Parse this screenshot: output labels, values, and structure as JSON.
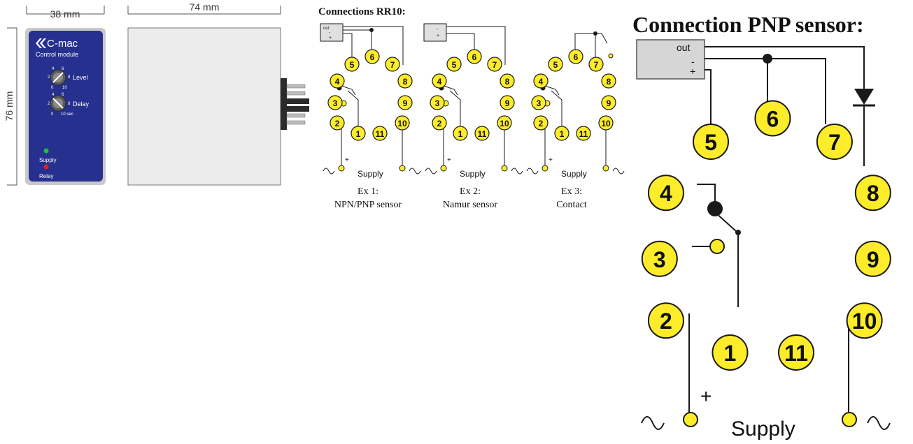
{
  "dimensions": {
    "front_width": "38 mm",
    "side_width": "74 mm",
    "height": "76 mm"
  },
  "module": {
    "brand": "C-mac",
    "subtitle": "Control module",
    "knob1_label": "Level",
    "knob1_scale": [
      "2",
      "4",
      "6",
      "8",
      "0",
      "10"
    ],
    "knob2_label": "Delay",
    "knob2_scale": [
      "2",
      "4",
      "6",
      "8",
      "0",
      "10 sec"
    ],
    "led_supply_label": "Supply",
    "led_relay_label": "Relay",
    "colors": {
      "panel": "#26308f",
      "supply_led": "#1fbf3a",
      "relay_led": "#e0231c"
    }
  },
  "small_section": {
    "title": "Connections RR10:",
    "examples": [
      {
        "line1": "Ex 1:",
        "line2": "NPN/PNP sensor",
        "sensor_labels": [
          "out",
          "-",
          "+"
        ]
      },
      {
        "line1": "Ex 2:",
        "line2": "Namur sensor",
        "sensor_labels": [
          "-",
          "+"
        ]
      },
      {
        "line1": "Ex 3:",
        "line2": "Contact",
        "sensor_labels": []
      }
    ],
    "supply_label": "Supply",
    "plus": "+"
  },
  "large_section": {
    "title": "Connection PNP sensor:",
    "sensor_labels": [
      "out",
      "-",
      "+"
    ],
    "supply_label": "Supply",
    "plus": "+"
  },
  "pins": [
    "1",
    "2",
    "3",
    "4",
    "5",
    "6",
    "7",
    "8",
    "9",
    "10",
    "11"
  ],
  "colors": {
    "pin_fill": "#fdec2a",
    "pin_stroke": "#1a1a1a",
    "wire": "#1a1a1a",
    "sensor_box": "#d6d6d6"
  }
}
